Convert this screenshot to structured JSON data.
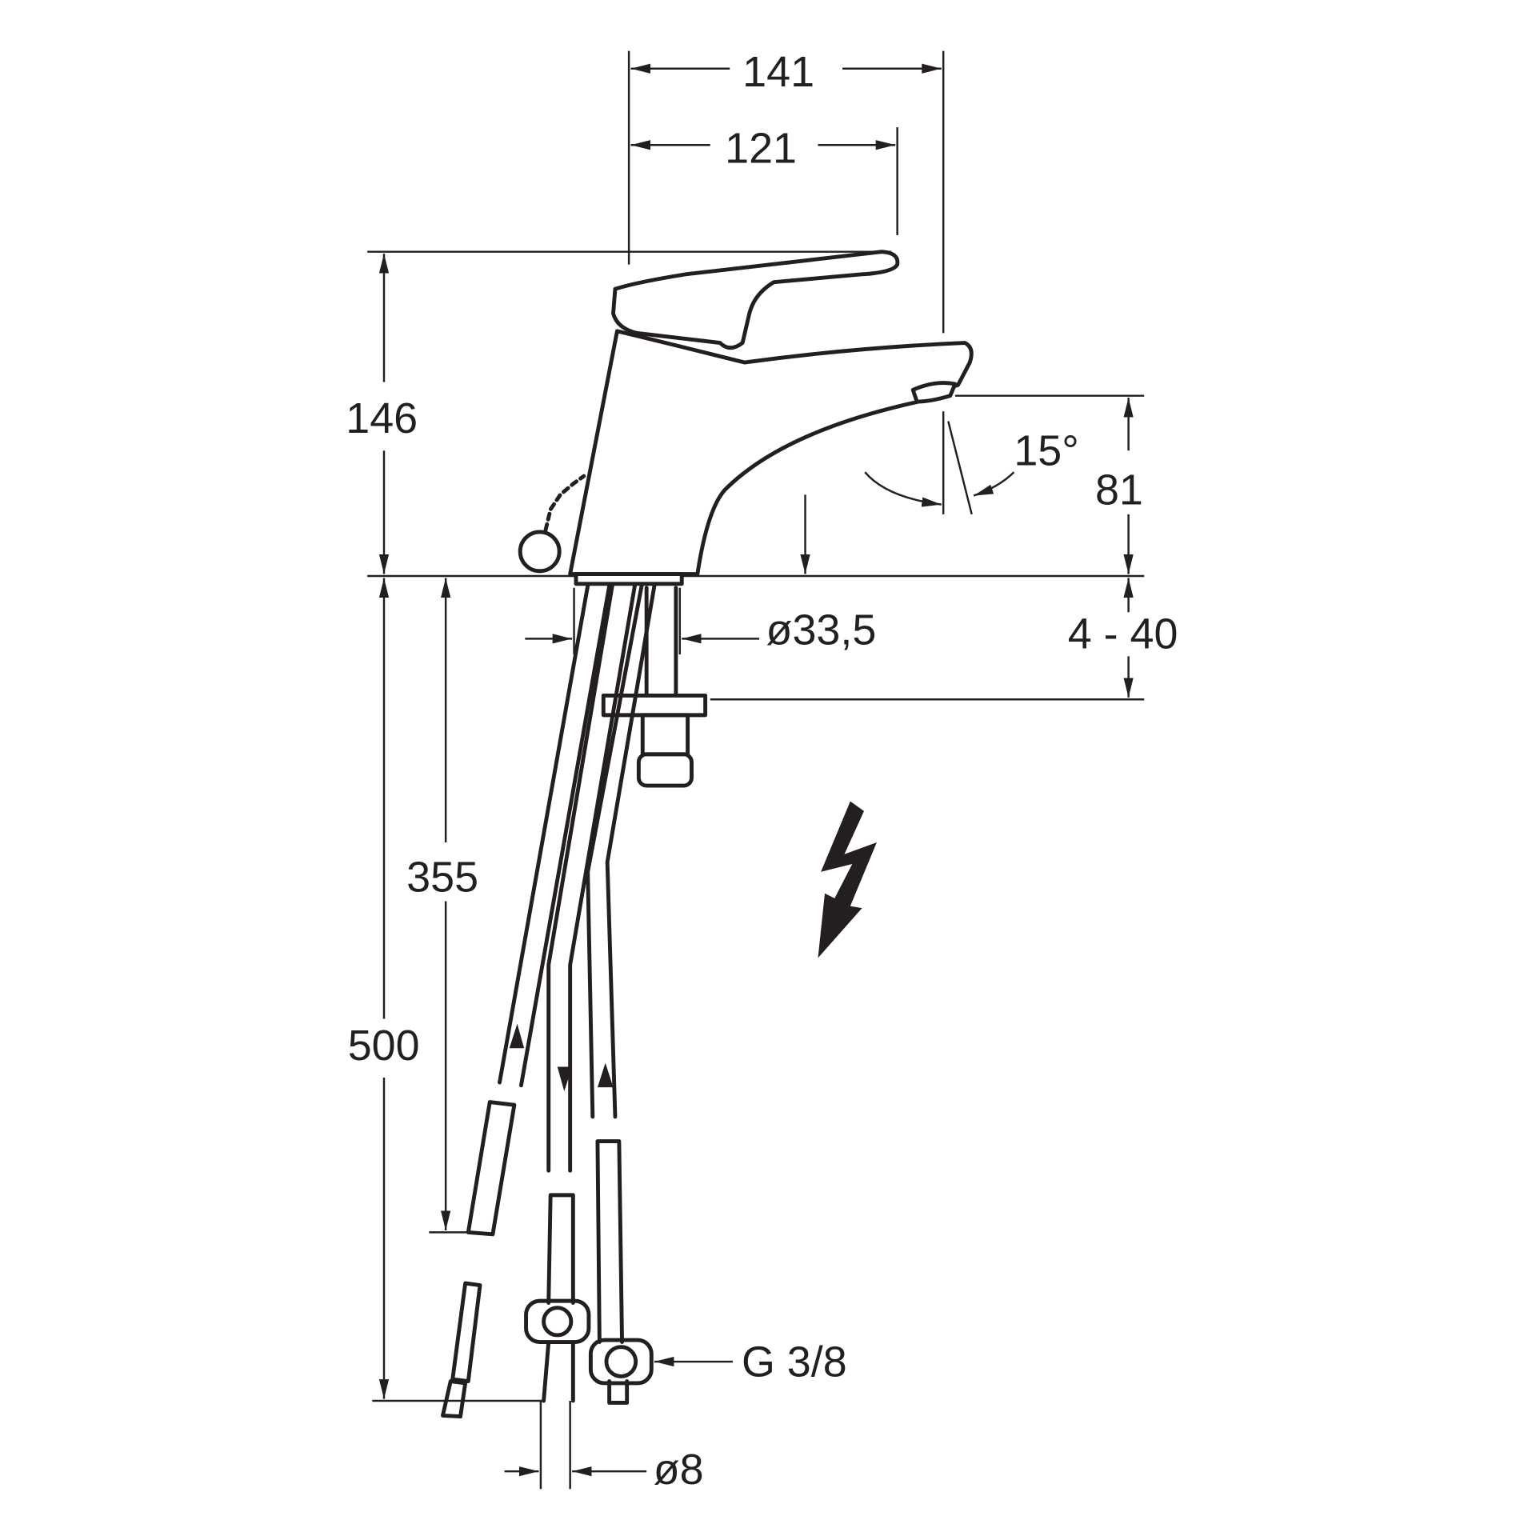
{
  "dimensions": {
    "width_total": "141",
    "width_lever": "121",
    "height_total": "146",
    "spout_angle": "15°",
    "spout_height": "81",
    "hole_diameter": "ø33,5",
    "counter_thickness": "4 - 40",
    "hose_connect_length": "355",
    "hose_length": "500",
    "thread": "G 3/8",
    "hose_diameter": "ø8"
  },
  "colors": {
    "line": "#231f20",
    "background": "#ffffff"
  }
}
